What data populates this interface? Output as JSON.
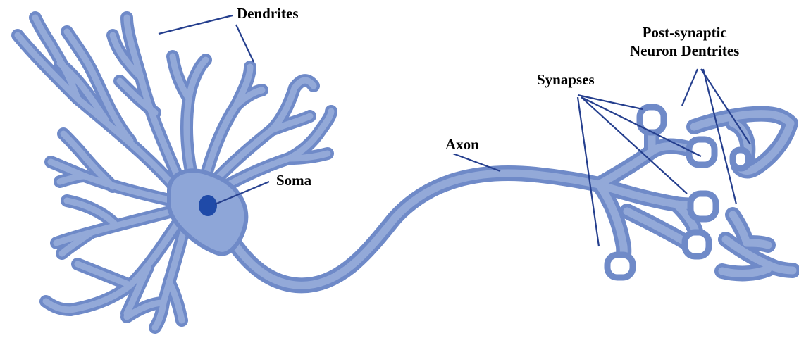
{
  "colors": {
    "neuron_outer": "#6f8ac8",
    "neuron_inner": "#93a9d8",
    "soma_fill": "#8ea6d8",
    "nucleus": "#1f4aa8",
    "terminal_fill": "#ffffff",
    "leader_line": "#253f8e",
    "label_text": "#000000"
  },
  "labels": {
    "dendrites": "Dendrites",
    "soma": "Soma",
    "axon": "Axon",
    "synapses": "Synapses",
    "post_synaptic_line1": "Post-synaptic",
    "post_synaptic_line2": "Neuron Dentrites"
  }
}
